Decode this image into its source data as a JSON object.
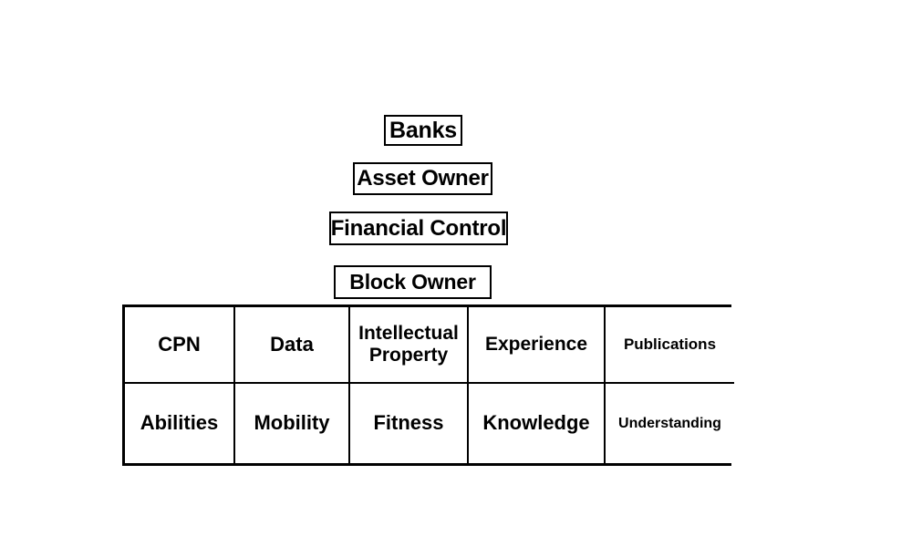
{
  "diagram": {
    "title_hidden": "",
    "type": "pyramid-hierarchy-with-base-matrix",
    "colors": {
      "background": "#ffffff",
      "stroke": "#000000",
      "text": "#000000"
    },
    "tiers": [
      {
        "label": "Banks"
      },
      {
        "label": "Asset Owner"
      },
      {
        "label": "Financial Control"
      },
      {
        "label": "Block Owner"
      }
    ],
    "base_matrix": {
      "columns": 5,
      "rows": 2,
      "cells": [
        [
          {
            "label": "CPN"
          },
          {
            "label": "Data"
          },
          {
            "label": "Intellectual Property"
          },
          {
            "label": "Experience"
          },
          {
            "label": "Publications"
          }
        ],
        [
          {
            "label": "Abilities"
          },
          {
            "label": "Mobility"
          },
          {
            "label": "Fitness"
          },
          {
            "label": "Knowledge"
          },
          {
            "label": "Understanding"
          }
        ]
      ]
    }
  }
}
